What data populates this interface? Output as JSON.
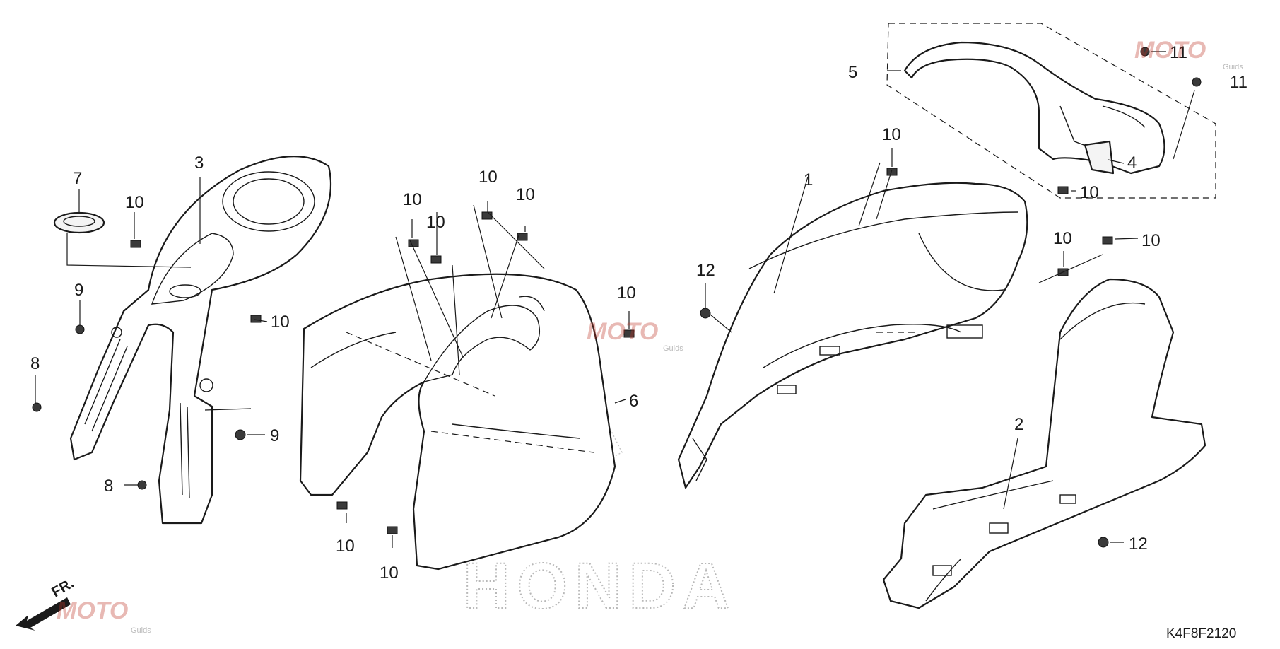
{
  "diagram_code": "K4F8F2120",
  "brand_watermark": "HONDA",
  "direction_label": "FR.",
  "site_watermark": {
    "logo": "MOTO",
    "sub": "Guids"
  },
  "callouts": {
    "c1": "1",
    "c2": "2",
    "c3": "3",
    "c4": "4",
    "c5": "5",
    "c6": "6",
    "c7": "7",
    "c8a": "8",
    "c8b": "8",
    "c9a": "9",
    "c9b": "9",
    "c10a": "10",
    "c10b": "10",
    "c10c": "10",
    "c10d": "10",
    "c10e": "10",
    "c10f": "10",
    "c10g": "10",
    "c10h": "10",
    "c10i": "10",
    "c10j": "10",
    "c10k": "10",
    "c10l": "10",
    "c11a": "11",
    "c11b": "11",
    "c12a": "12",
    "c12b": "12"
  },
  "colors": {
    "line": "#1a1a1a",
    "watermark": "#c0392b",
    "honda_stipple": "#b8b8b8"
  }
}
